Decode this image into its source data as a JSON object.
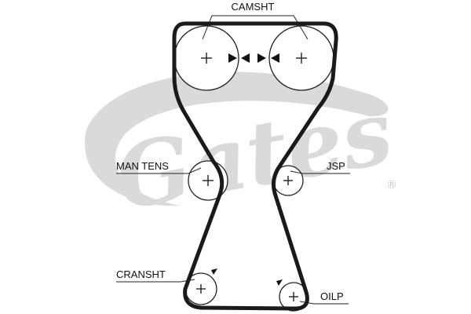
{
  "labels": {
    "camshaft": "CAMSHT",
    "manual_tensioner": "MAN TENS",
    "jack_shaft_pulley": "JSP",
    "crankshaft": "CRANSHT",
    "oil_pump": "OILP"
  },
  "logo": {
    "text": "Gates",
    "registered_mark": "®",
    "color": "#d9dadc"
  },
  "colors": {
    "belt": "#1a1a1a",
    "line": "#222222"
  }
}
